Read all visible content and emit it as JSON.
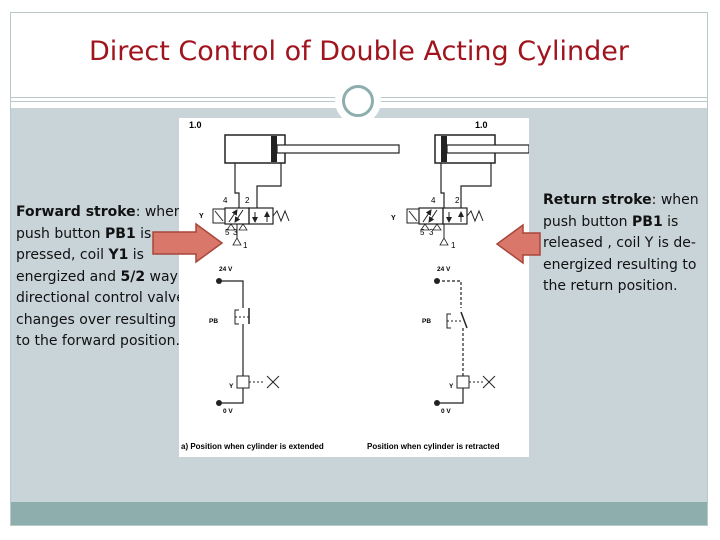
{
  "slide": {
    "title": "Direct Control of Double Acting Cylinder"
  },
  "left_caption": {
    "bold_lead": "Forward stroke",
    "part1": ": when push button ",
    "pb": "PB1",
    "part2": " is pressed, coil ",
    "coil": "Y1",
    "part3": " is energized and ",
    "valve": "5/2",
    "part4": " way directional control valve changes over resulting to the forward position."
  },
  "right_caption": {
    "bold_lead": "Return stroke",
    "part1": ": when push button ",
    "pb": "PB1",
    "part2": " is released , coil Y is de-energized resulting to the return position."
  },
  "diagram": {
    "left": {
      "pressure": "1.0",
      "port4": "4",
      "port2": "2",
      "port5": "5",
      "port3": "3",
      "port1": "1",
      "coil_valve": "Y",
      "supply": "24 V",
      "pushbutton": "PB",
      "coil": "Y",
      "ground": "0 V",
      "caption": "a) Position when cylinder is extended"
    },
    "right": {
      "pressure": "1.0",
      "port4": "4",
      "port2": "2",
      "port5": "5",
      "port3": "3",
      "port1": "1",
      "coil_valve": "Y",
      "supply": "24 V",
      "pushbutton": "PB",
      "coil": "Y",
      "ground": "0 V",
      "caption": "Position when cylinder is retracted"
    }
  },
  "colors": {
    "title": "#a0141e",
    "content_bg": "#c9d4d9",
    "band": "#8eadad",
    "arrow_fill": "#d9776a",
    "arrow_stroke": "#a8463a"
  }
}
